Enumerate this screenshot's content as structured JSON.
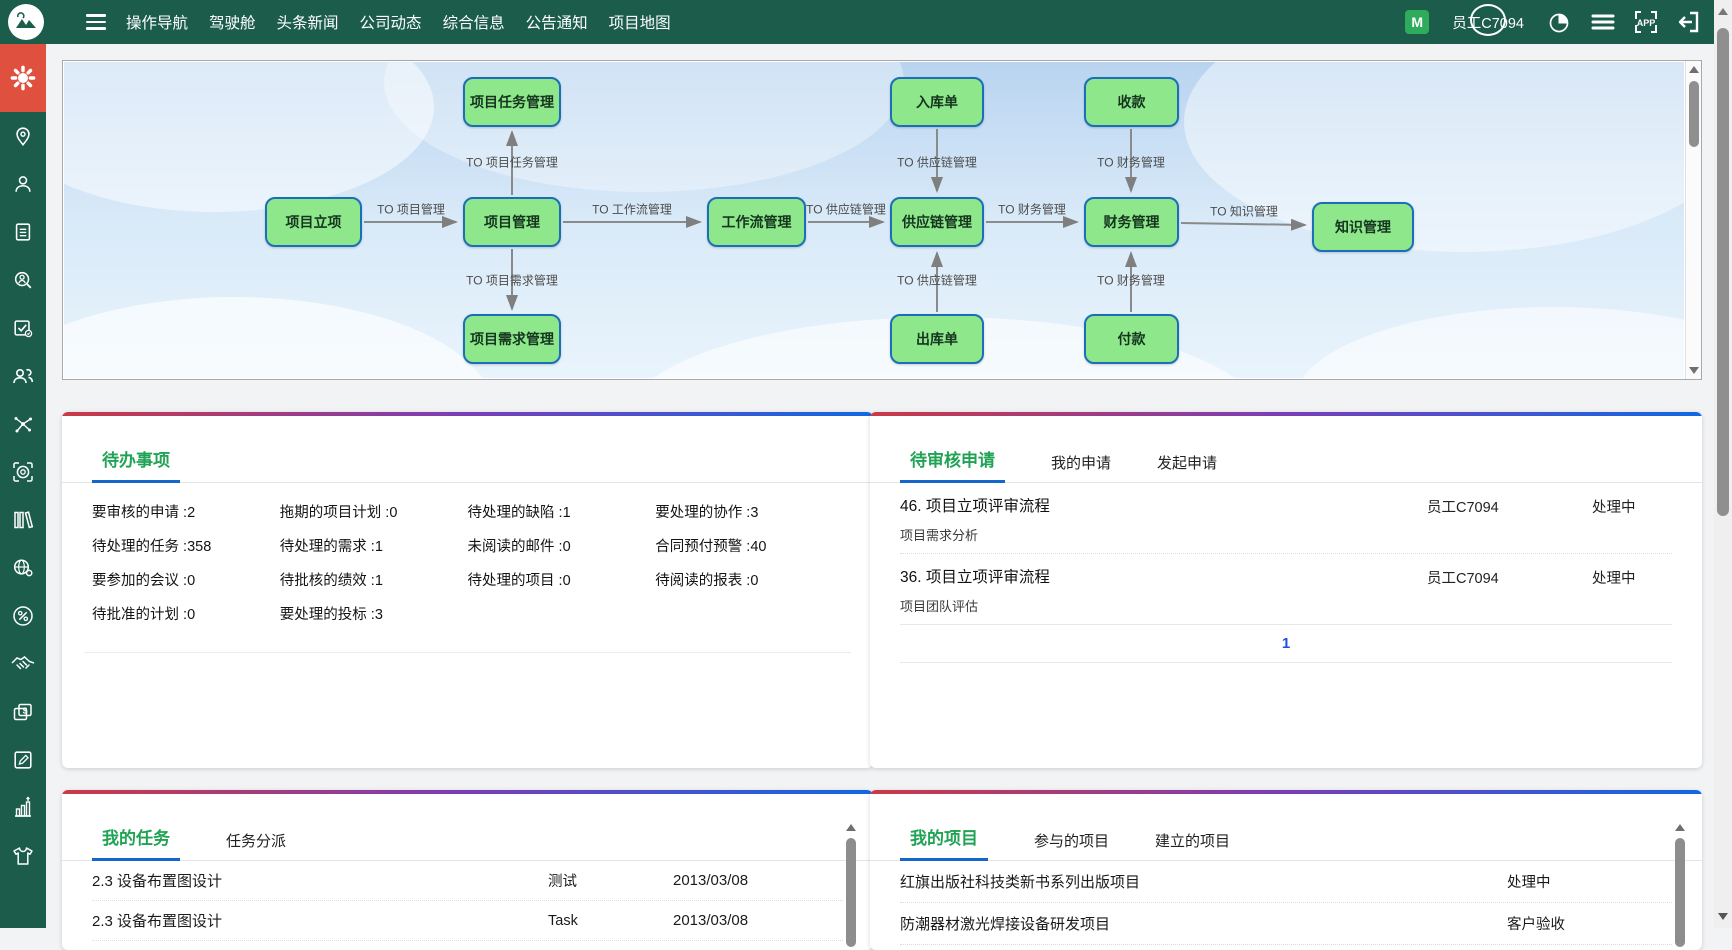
{
  "colors": {
    "navbar_green": "#1b5c4a",
    "active_sidebar_red": "#e0503e",
    "node_green": "#8ee78b",
    "node_border_blue": "#1b6fb8",
    "tab_active_green": "#21a355",
    "tab_underline_blue": "#1467c8",
    "pagination_blue": "#1f4fe0",
    "badge_green": "#2eac5c",
    "card_gradient": [
      "#c93a46",
      "#7a3eb8",
      "#1168e3"
    ]
  },
  "navbar": {
    "menu_items": [
      "操作导航",
      "驾驶舱",
      "头条新闻",
      "公司动态",
      "综合信息",
      "公告通知",
      "项目地图"
    ],
    "user_badge": "M",
    "user_name": "员工C7094",
    "app_label": "APP",
    "icons": [
      "hamburger-icon",
      "pie-chart-icon",
      "menu-list-icon",
      "app-icon",
      "logout-icon"
    ]
  },
  "sidebar": {
    "icons": [
      "gear",
      "location-pin",
      "user",
      "document",
      "user-search",
      "task-check",
      "user-group",
      "network",
      "target-scan",
      "books",
      "globe-gear",
      "percent",
      "handshake",
      "money",
      "edit",
      "bar-chart",
      "shirt"
    ]
  },
  "flow": {
    "nodes": [
      {
        "id": "project-task-mgmt",
        "label": "项目任务管理"
      },
      {
        "id": "inbound-order",
        "label": "入库单"
      },
      {
        "id": "receipt",
        "label": "收款"
      },
      {
        "id": "project-initiation",
        "label": "项目立项"
      },
      {
        "id": "project-mgmt",
        "label": "项目管理"
      },
      {
        "id": "workflow-mgmt",
        "label": "工作流管理"
      },
      {
        "id": "supply-chain-mgmt",
        "label": "供应链管理"
      },
      {
        "id": "finance-mgmt",
        "label": "财务管理"
      },
      {
        "id": "knowledge-mgmt",
        "label": "知识管理"
      },
      {
        "id": "project-requirement-mgmt",
        "label": "项目需求管理"
      },
      {
        "id": "outbound-order",
        "label": "出库单"
      },
      {
        "id": "payment",
        "label": "付款"
      }
    ],
    "edges": [
      {
        "from": "项目立项",
        "to": "项目管理",
        "label": "TO 项目管理"
      },
      {
        "from": "项目管理",
        "to": "项目任务管理",
        "label": "TO 项目任务管理"
      },
      {
        "from": "项目管理",
        "to": "项目需求管理",
        "label": "TO 项目需求管理"
      },
      {
        "from": "项目管理",
        "to": "工作流管理",
        "label": "TO 工作流管理"
      },
      {
        "from": "工作流管理",
        "to": "供应链管理",
        "label": "TO 供应链管理"
      },
      {
        "from": "入库单",
        "to": "供应链管理",
        "label": "TO 供应链管理"
      },
      {
        "from": "出库单",
        "to": "供应链管理",
        "label": "TO 供应链管理"
      },
      {
        "from": "供应链管理",
        "to": "财务管理",
        "label": "TO 财务管理"
      },
      {
        "from": "收款",
        "to": "财务管理",
        "label": "TO 财务管理"
      },
      {
        "from": "付款",
        "to": "财务管理",
        "label": "TO 财务管理"
      },
      {
        "from": "财务管理",
        "to": "知识管理",
        "label": "TO 知识管理"
      }
    ]
  },
  "todo": {
    "title": "待办事项",
    "items": [
      {
        "label": "要审核的申请 :",
        "value": "2"
      },
      {
        "label": "拖期的项目计划 :",
        "value": "0"
      },
      {
        "label": "待处理的缺陷 :",
        "value": "1"
      },
      {
        "label": "要处理的协作 :",
        "value": "3"
      },
      {
        "label": "待处理的任务 :",
        "value": "358"
      },
      {
        "label": "待处理的需求 :",
        "value": "1"
      },
      {
        "label": "未阅读的邮件 :",
        "value": "0"
      },
      {
        "label": "合同预付预警 :",
        "value": "40"
      },
      {
        "label": "要参加的会议 :",
        "value": "0"
      },
      {
        "label": "待批核的绩效 :",
        "value": "1"
      },
      {
        "label": "待处理的项目 :",
        "value": "0"
      },
      {
        "label": "待阅读的报表 :",
        "value": "0"
      },
      {
        "label": "待批准的计划 :",
        "value": "0"
      },
      {
        "label": "要处理的投标 :",
        "value": "3"
      }
    ]
  },
  "review": {
    "tabs": [
      "待审核申请",
      "我的申请",
      "发起申请"
    ],
    "items": [
      {
        "title": "46. 项目立项评审流程",
        "subtitle": "项目需求分析",
        "user": "员工C7094",
        "status": "处理中"
      },
      {
        "title": "36. 项目立项评审流程",
        "subtitle": "项目团队评估",
        "user": "员工C7094",
        "status": "处理中"
      }
    ],
    "pagination": "1"
  },
  "tasks": {
    "tabs": [
      "我的任务",
      "任务分派"
    ],
    "rows": [
      {
        "name": "2.3 设备布置图设计",
        "type": "测试",
        "date": "2013/03/08"
      },
      {
        "name": "2.3 设备布置图设计",
        "type": "Task",
        "date": "2013/03/08"
      }
    ]
  },
  "projects": {
    "tabs": [
      "我的项目",
      "参与的项目",
      "建立的项目"
    ],
    "rows": [
      {
        "name": "红旗出版社科技类新书系列出版项目",
        "status": "处理中"
      },
      {
        "name": "防潮器材激光焊接设备研发项目",
        "status": "客户验收"
      }
    ]
  }
}
